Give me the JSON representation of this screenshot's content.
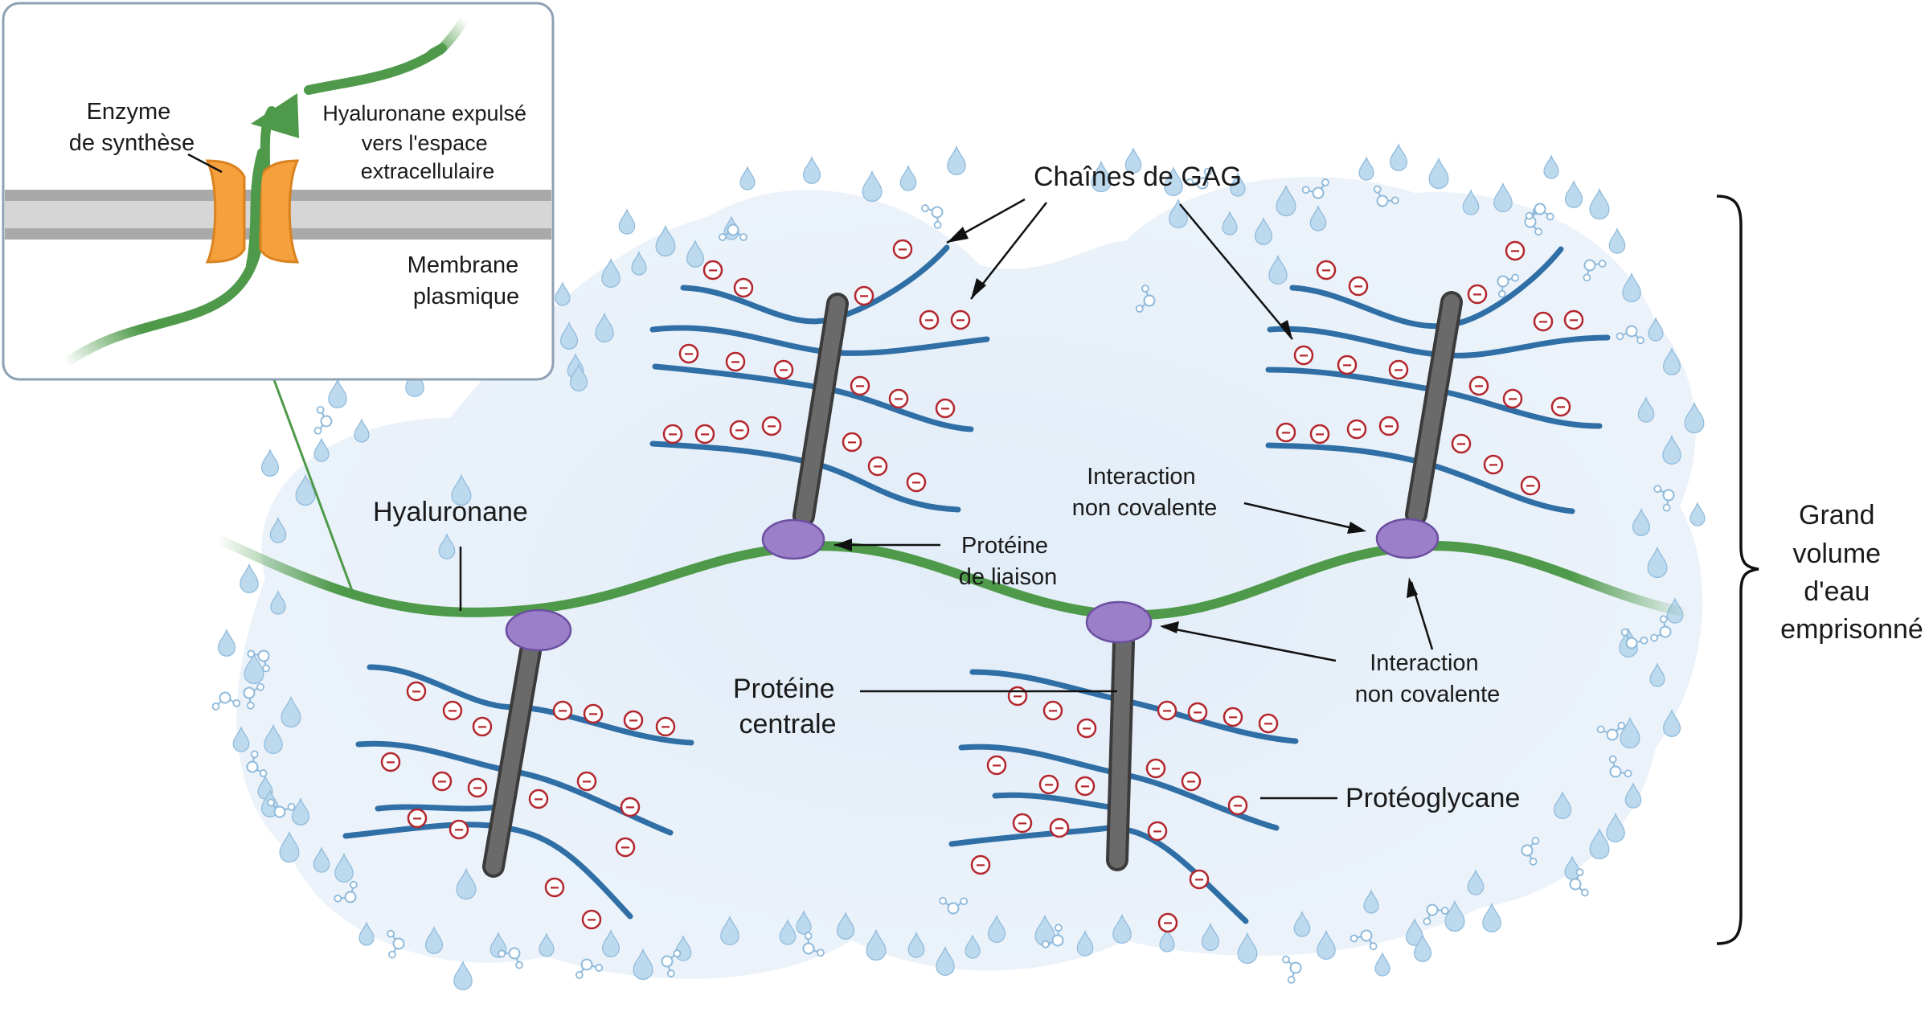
{
  "diagram": {
    "title": "",
    "inset": {
      "enzyme_label": [
        "Enzyme",
        "de synthèse"
      ],
      "expelled_label": [
        "Hyaluronane expulsé",
        "vers l'espace",
        "extracellulaire"
      ],
      "membrane_label": [
        "Membrane",
        "plasmique"
      ]
    },
    "labels": {
      "gag_chains": "Chaînes de GAG",
      "hyaluronan": "Hyaluronane",
      "link_protein": [
        "Protéine",
        "de liaison"
      ],
      "noncovalent_top": [
        "Interaction",
        "non covalente"
      ],
      "noncovalent_right": [
        "Interaction",
        "non covalente"
      ],
      "core_protein": [
        "Protéine",
        "centrale"
      ],
      "proteoglycan": "Protéoglycane",
      "water_volume": [
        "Grand",
        "volume",
        "d'eau",
        "emprisonné"
      ]
    },
    "charge_symbol": "−",
    "colors": {
      "hyaluronan": "#4f9a4a",
      "gag_chain": "#2f6fa6",
      "core_protein": "#5c5c5c",
      "link_protein": "#9b7fc9",
      "charge": "#b3262d",
      "water_cloud": "#e4eef8",
      "water_drop": "#bcd9ee",
      "enzyme": "#f4a03c",
      "membrane": "#a9a9a9",
      "inset_border": "#8ea0b4"
    },
    "icons": [
      "water-droplet-icon",
      "water-molecule-icon",
      "negative-charge-icon"
    ]
  }
}
